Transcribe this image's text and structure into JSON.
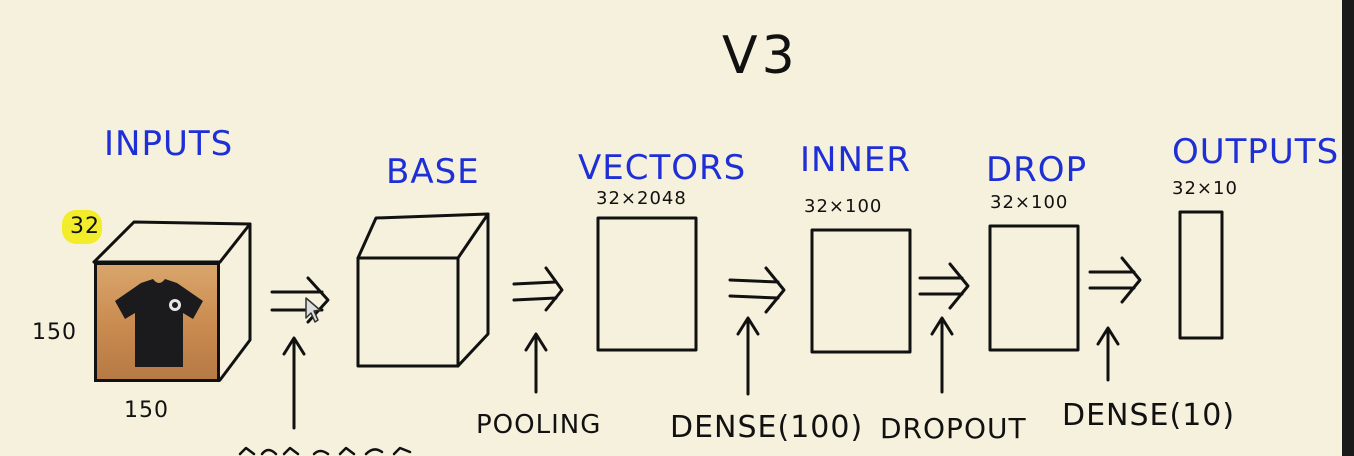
{
  "title": "V3",
  "stages": {
    "inputs": "INPUTS",
    "base": "BASE",
    "vectors": "VECTORS",
    "inner": "INNER",
    "drop": "DROP",
    "outputs": "OUTPUTS"
  },
  "dims": {
    "batch": "32",
    "height": "150",
    "width": "150",
    "vectors": "32×2048",
    "inner": "32×100",
    "drop": "32×100",
    "outputs": "32×10"
  },
  "ops": {
    "pooling": "POOLING",
    "dense100": "DENSE(100)",
    "dropout": "DROPOUT",
    "dense10": "DENSE(10)"
  },
  "colors": {
    "blue_labels": "#1f2fd6",
    "ink": "#111111",
    "highlight": "#f3ec2b",
    "board": "#f5f1dc"
  }
}
